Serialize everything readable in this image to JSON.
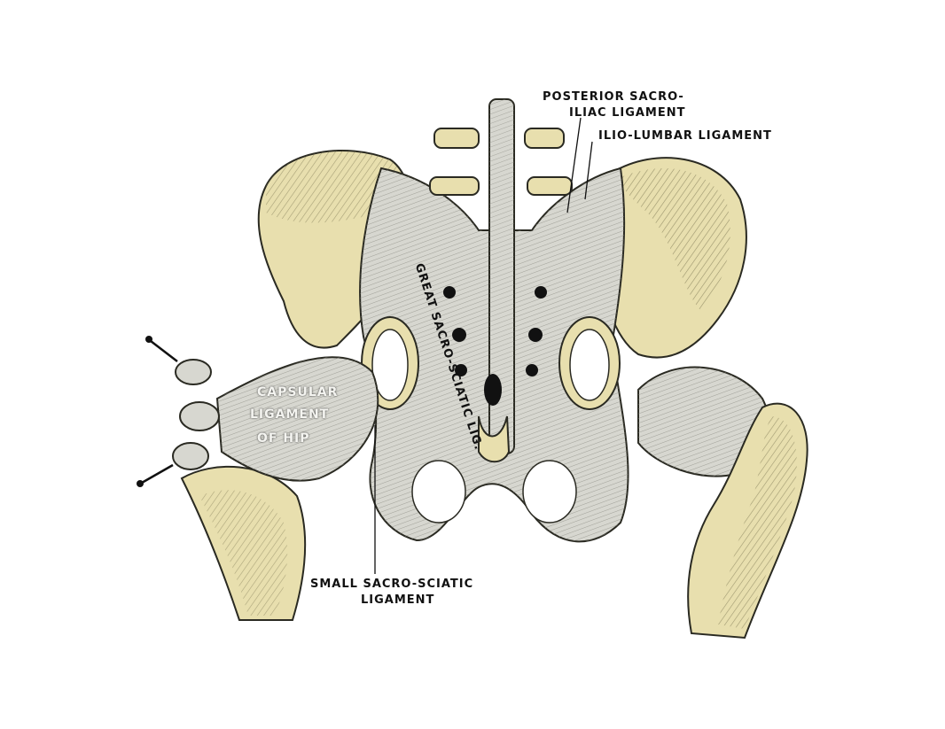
{
  "labels": {
    "posterior_sacro_iliac_line1": "POSTERIOR SACRO-",
    "posterior_sacro_iliac_line2": "ILIAC LIGAMENT",
    "ilio_lumbar": "ILIO-LUMBAR LIGAMENT",
    "capsular_line1": "CAPSULAR",
    "capsular_line2": "LIGAMENT",
    "capsular_line3": "OF HIP",
    "great_sacro_sciatic": "GREAT SACRO-SCIATIC LIG.",
    "small_sacro_sciatic_line1": "SMALL SACRO-SCIATIC",
    "small_sacro_sciatic_line2": "LIGAMENT"
  },
  "colors": {
    "bone": "#e8dfae",
    "bone_shade": "#8a8458",
    "ligament": "#d7d7d0",
    "ligament_line": "#7c7c74",
    "outline": "#2a2a22"
  }
}
